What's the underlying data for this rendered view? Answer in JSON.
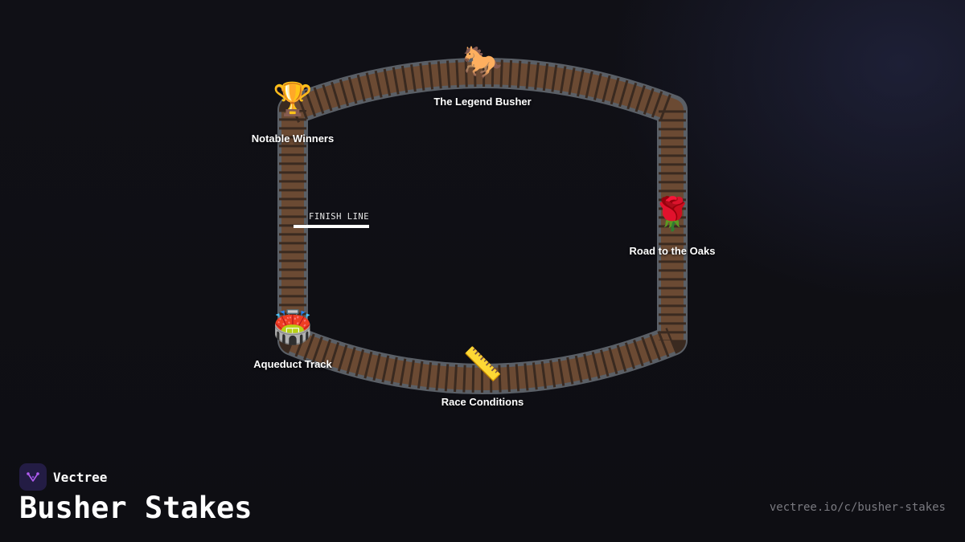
{
  "diagram": {
    "finish_line": "FINISH LINE",
    "stations": [
      {
        "id": "legend",
        "icon": "🐎",
        "icon_name": "horse-icon",
        "label": "The Legend Busher"
      },
      {
        "id": "winners",
        "icon": "🏆",
        "icon_name": "trophy-icon",
        "label": "Notable Winners"
      },
      {
        "id": "oaks",
        "icon": "🌹",
        "icon_name": "rose-icon",
        "label": "Road to the Oaks"
      },
      {
        "id": "aqueduct",
        "icon": "🏟️",
        "icon_name": "stadium-icon",
        "label": "Aqueduct Track"
      },
      {
        "id": "conditions",
        "icon": "📏",
        "icon_name": "ruler-icon",
        "label": "Race Conditions"
      }
    ]
  },
  "brand": {
    "name": "Vectree"
  },
  "page": {
    "title": "Busher Stakes",
    "url": "vectree.io/c/busher-stakes"
  },
  "colors": {
    "track_dirt": "#6b4a33",
    "track_tie": "#3a2a20",
    "track_rail": "#5a5f66",
    "brand_accent": "#b15cf0"
  }
}
